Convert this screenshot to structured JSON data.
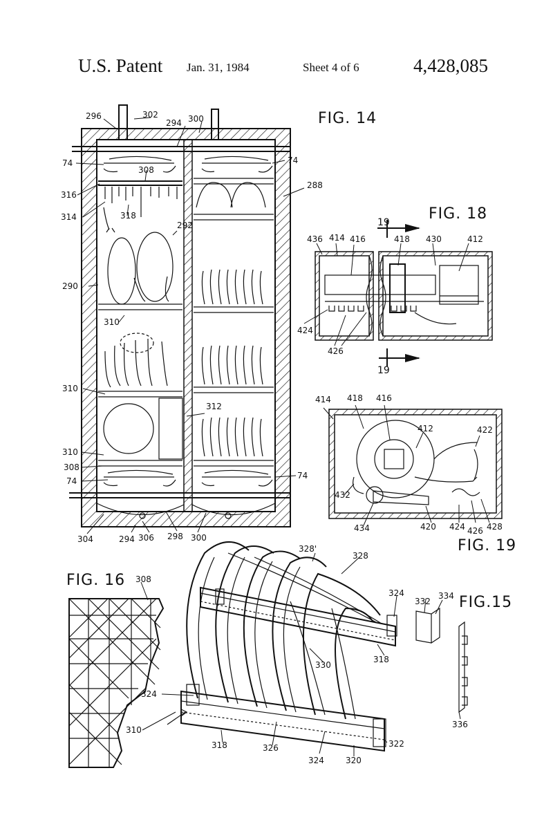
{
  "header": {
    "patent_label": "U.S. Patent",
    "date": "Jan. 31, 1984",
    "sheet": "Sheet 4 of 6",
    "patent_number": "4,428,085"
  },
  "figures": {
    "fig14": "FIG. 14",
    "fig18": "FIG. 18",
    "fig19": "FIG. 19",
    "fig16": "FIG. 16",
    "fig15": "FIG.15"
  },
  "section_marks": {
    "top": "19",
    "bottom": "19"
  },
  "ref_numerals": {
    "r296": "296",
    "r302": "302",
    "r294a": "294",
    "r300a": "300",
    "r74a": "74",
    "r74b": "74",
    "r308a": "308",
    "r316": "316",
    "r288": "288",
    "r314": "314",
    "r318a": "318",
    "r292": "292",
    "r290": "290",
    "r310a": "310",
    "r310b": "310",
    "r312": "312",
    "r310c": "310",
    "r308b": "308",
    "r74c": "74",
    "r74d": "74",
    "r304": "304",
    "r294b": "294",
    "r306": "306",
    "r298": "298",
    "r300b": "300",
    "r436": "436",
    "r414a": "414",
    "r416a": "416",
    "r418a": "418",
    "r430": "430",
    "r412a": "412",
    "r424a": "424",
    "r426a": "426",
    "r414b": "414",
    "r418b": "418",
    "r416b": "416",
    "r412b": "412",
    "r422": "422",
    "r432": "432",
    "r434": "434",
    "r420": "420",
    "r424b": "424",
    "r426b": "426",
    "r428": "428",
    "r308c": "308",
    "r328p": "328'",
    "r328": "328",
    "r324a": "324",
    "r332": "332",
    "r334": "334",
    "r318b": "318",
    "r330": "330",
    "r324b": "324",
    "r310d": "310",
    "r318c": "318",
    "r326": "326",
    "r322": "322",
    "r324c": "324",
    "r320": "320",
    "r336": "336"
  }
}
